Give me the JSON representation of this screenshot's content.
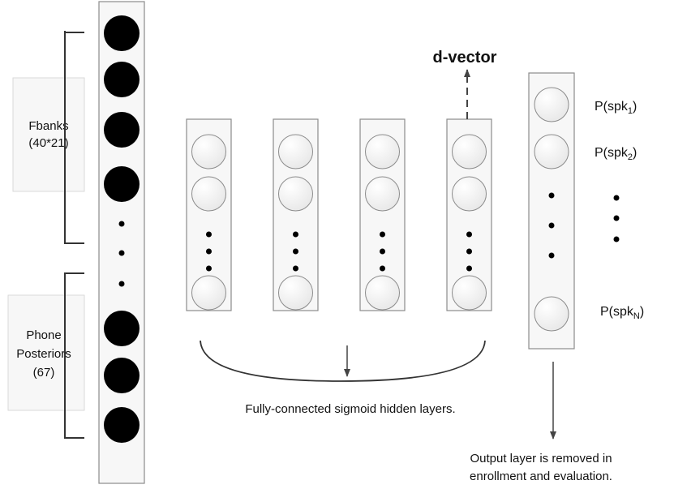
{
  "input_groups": {
    "fbanks": {
      "line1": "Fbanks",
      "line2": "(40*21)"
    },
    "phone": {
      "line1": "Phone",
      "line2": "Posteriors",
      "line3": "(67)"
    }
  },
  "dvector_label": "d-vector",
  "outputs": {
    "spk1": {
      "prefix": "P(spk",
      "sub": "1",
      "suffix": ")"
    },
    "spk2": {
      "prefix": "P(spk",
      "sub": "2",
      "suffix": ")"
    },
    "spkN": {
      "prefix": "P(spk",
      "sub": "N",
      "suffix": ")"
    }
  },
  "hidden_caption": "Fully-connected sigmoid hidden layers.",
  "output_caption": {
    "line1": "Output layer is removed in",
    "line2": "enrollment and evaluation."
  },
  "colors": {
    "box_border": "#8c8c8c",
    "box_fill": "#f7f7f7",
    "node_fill_dark": "#000000",
    "node_fill_light": "#ffffff",
    "arrow": "#444444"
  }
}
